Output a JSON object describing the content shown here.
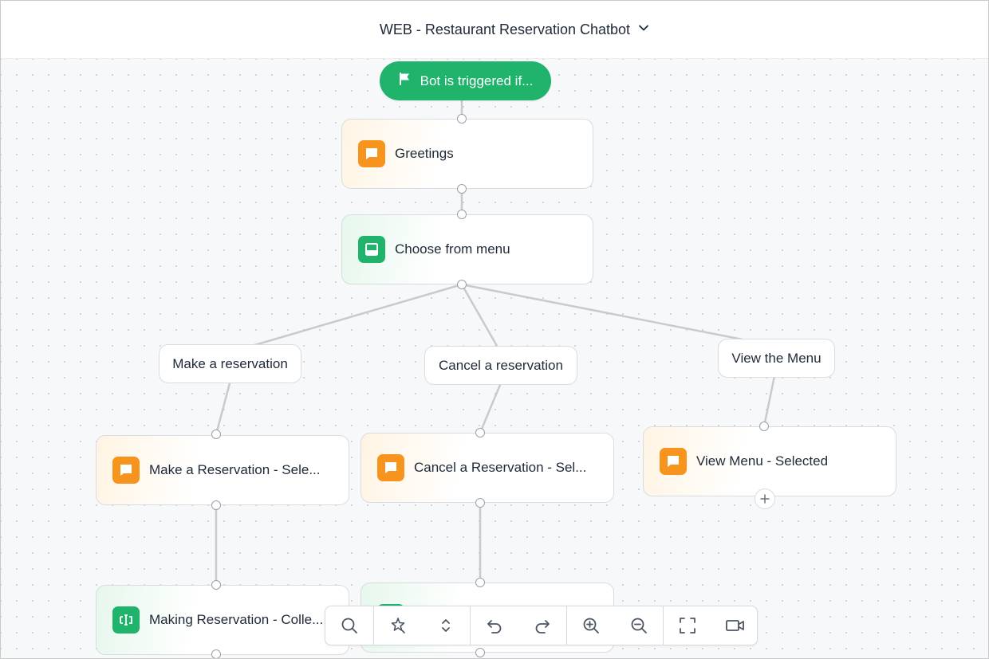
{
  "header": {
    "title": "WEB - Restaurant Reservation Chatbot",
    "dropdown_icon": "chevron-down-icon"
  },
  "trigger": {
    "label": "Bot is triggered if...",
    "icon": "flag-icon",
    "color": "#1fb36b"
  },
  "nodes": {
    "greetings": {
      "label": "Greetings",
      "icon": "message-icon",
      "kind": "message"
    },
    "choose_menu": {
      "label": "Choose from menu",
      "icon": "menu-block-icon",
      "kind": "menu"
    },
    "make_selected": {
      "label": "Make a Reservation - Sele...",
      "icon": "message-icon",
      "kind": "message"
    },
    "cancel_selected": {
      "label": "Cancel a Reservation - Sel...",
      "icon": "message-icon",
      "kind": "message"
    },
    "view_selected": {
      "label": "View Menu - Selected",
      "icon": "message-icon",
      "kind": "message"
    },
    "making_collect": {
      "label": "Making Reservation - Colle...",
      "icon": "input-field-icon",
      "kind": "input"
    },
    "cancel_next": {
      "label": "",
      "icon": "input-field-icon",
      "kind": "input"
    }
  },
  "options": {
    "make": "Make a reservation",
    "cancel": "Cancel a reservation",
    "view": "View the Menu"
  },
  "colors": {
    "message": "#f7941d",
    "menu": "#1fb36b",
    "input": "#1fb36b"
  },
  "toolbar": {
    "buttons": [
      "search-icon",
      "auto-arrange-icon",
      "collapse-expand-icon",
      "undo-icon",
      "redo-icon",
      "zoom-in-icon",
      "zoom-out-icon",
      "fullscreen-icon",
      "video-icon"
    ]
  }
}
